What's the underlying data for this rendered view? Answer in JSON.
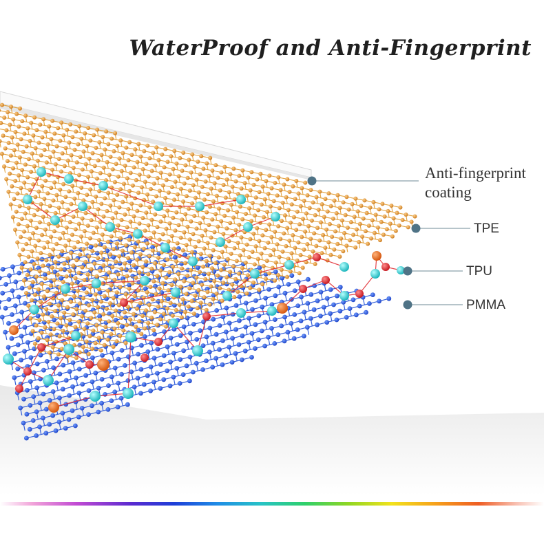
{
  "title": "WaterProof and Anti-Fingerprint",
  "labels": {
    "coating_line1": "Anti-fingerprint",
    "coating_line2": "coating",
    "tpe": "TPE",
    "tpu": "TPU",
    "pmma": "PMMA"
  },
  "colors": {
    "pmma_atom": "#1f4fd6",
    "tpe_atom": "#e09a2c",
    "tpu_atom": "#2ccfcf",
    "tpu_red_atom": "#e0232a",
    "tpu_orange_atom": "#ee6a14",
    "callout_dot": "#4f7386",
    "coating_plate": "#eaeaea"
  }
}
